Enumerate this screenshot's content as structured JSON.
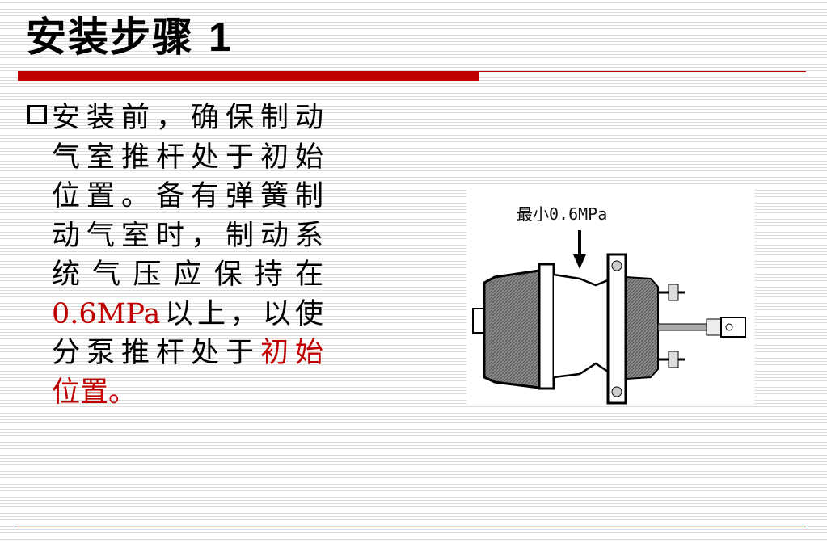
{
  "slide": {
    "title": "安装步骤",
    "title_number": "1",
    "accent_color": "#c00000",
    "body_lines": [
      [
        {
          "text": "安装前，确保制动",
          "red": false
        }
      ],
      [
        {
          "text": "气室推杆处于初始",
          "red": false
        }
      ],
      [
        {
          "text": "位置。备有弹簧制",
          "red": false
        }
      ],
      [
        {
          "text": "动气室时，制动系",
          "red": false
        }
      ],
      [
        {
          "text": "统气压应保持在",
          "red": false
        }
      ],
      [
        {
          "text": "0.6MPa",
          "red": true
        },
        {
          "text": "以上，以使",
          "red": false
        }
      ],
      [
        {
          "text": "分泵推杆处于",
          "red": false
        },
        {
          "text": "初始",
          "red": true
        }
      ],
      [
        {
          "text": "位置。",
          "red": true
        }
      ]
    ],
    "figure": {
      "caption": "最小0.6MPa"
    }
  }
}
